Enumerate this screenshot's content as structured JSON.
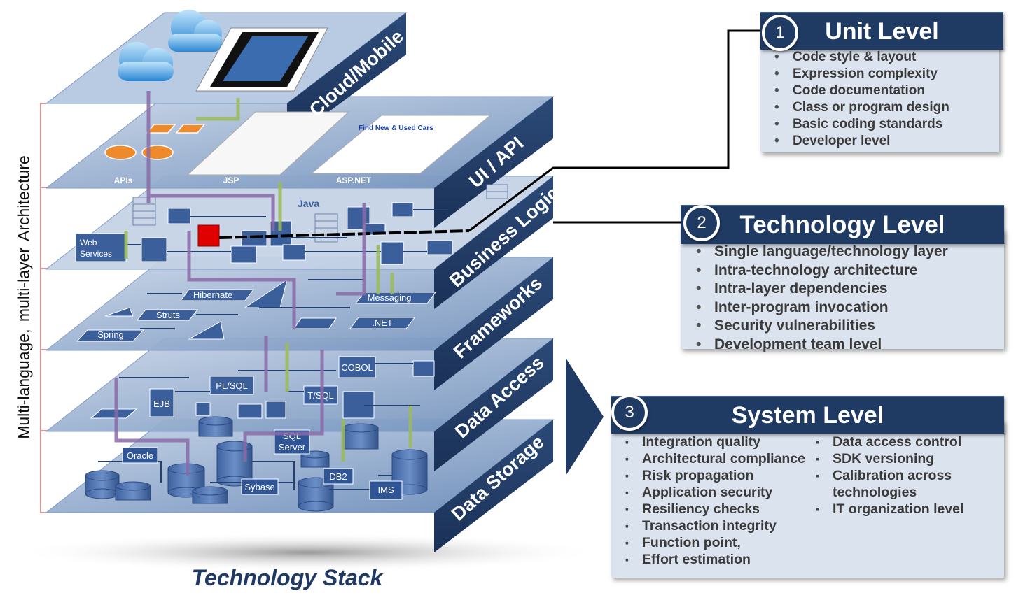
{
  "side_label": "Multi-language,  multi-layer  Architecture",
  "stack_title": "Technology Stack",
  "layers": [
    "Cloud/Mobile",
    "UI / API",
    "Business Logic",
    "Frameworks",
    "Data Access",
    "Data Storage"
  ],
  "ui_api_items": [
    "APIs",
    "JSP",
    "ASP.NET"
  ],
  "ui_api_screen_text": "Find New & Used Cars",
  "business_items": [
    "Web Services",
    "Java"
  ],
  "framework_items": [
    "Hibernate",
    "Struts",
    "Spring",
    "Messaging",
    ".NET"
  ],
  "data_access_items": [
    "EJB",
    "PL/SQL",
    "T/SQL",
    "COBOL"
  ],
  "storage_items": [
    "Oracle",
    "SQL Server",
    "Sybase",
    "DB2",
    "IMS"
  ],
  "levels": {
    "unit": {
      "number": "1",
      "title": "Unit Level",
      "items": [
        "Code style & layout",
        "Expression complexity",
        "Code documentation",
        "Class or program design",
        "Basic coding standards",
        "Developer level"
      ]
    },
    "technology": {
      "number": "2",
      "title": "Technology Level",
      "items": [
        "Single language/technology layer",
        "Intra-technology architecture",
        "Intra-layer dependencies",
        "Inter-program invocation",
        "Security vulnerabilities",
        "Development team level"
      ]
    },
    "system": {
      "number": "3",
      "title": "System Level",
      "items_left": [
        "Integration quality",
        "Architectural compliance",
        "Risk propagation",
        "Application security",
        "Resiliency checks",
        "Transaction integrity",
        "Function point,",
        "Effort estimation"
      ],
      "items_right": [
        "Data access control",
        "SDK versioning",
        "Calibration across",
        "technologies",
        "IT organization level"
      ]
    }
  },
  "colors": {
    "navy": "#1f3a63",
    "panel": "#dbe3ef",
    "plane": "#8fa9cc",
    "accent_purple": "#8a6aa8",
    "accent_green": "#9bbb59",
    "highlight_red": "#e00000"
  }
}
